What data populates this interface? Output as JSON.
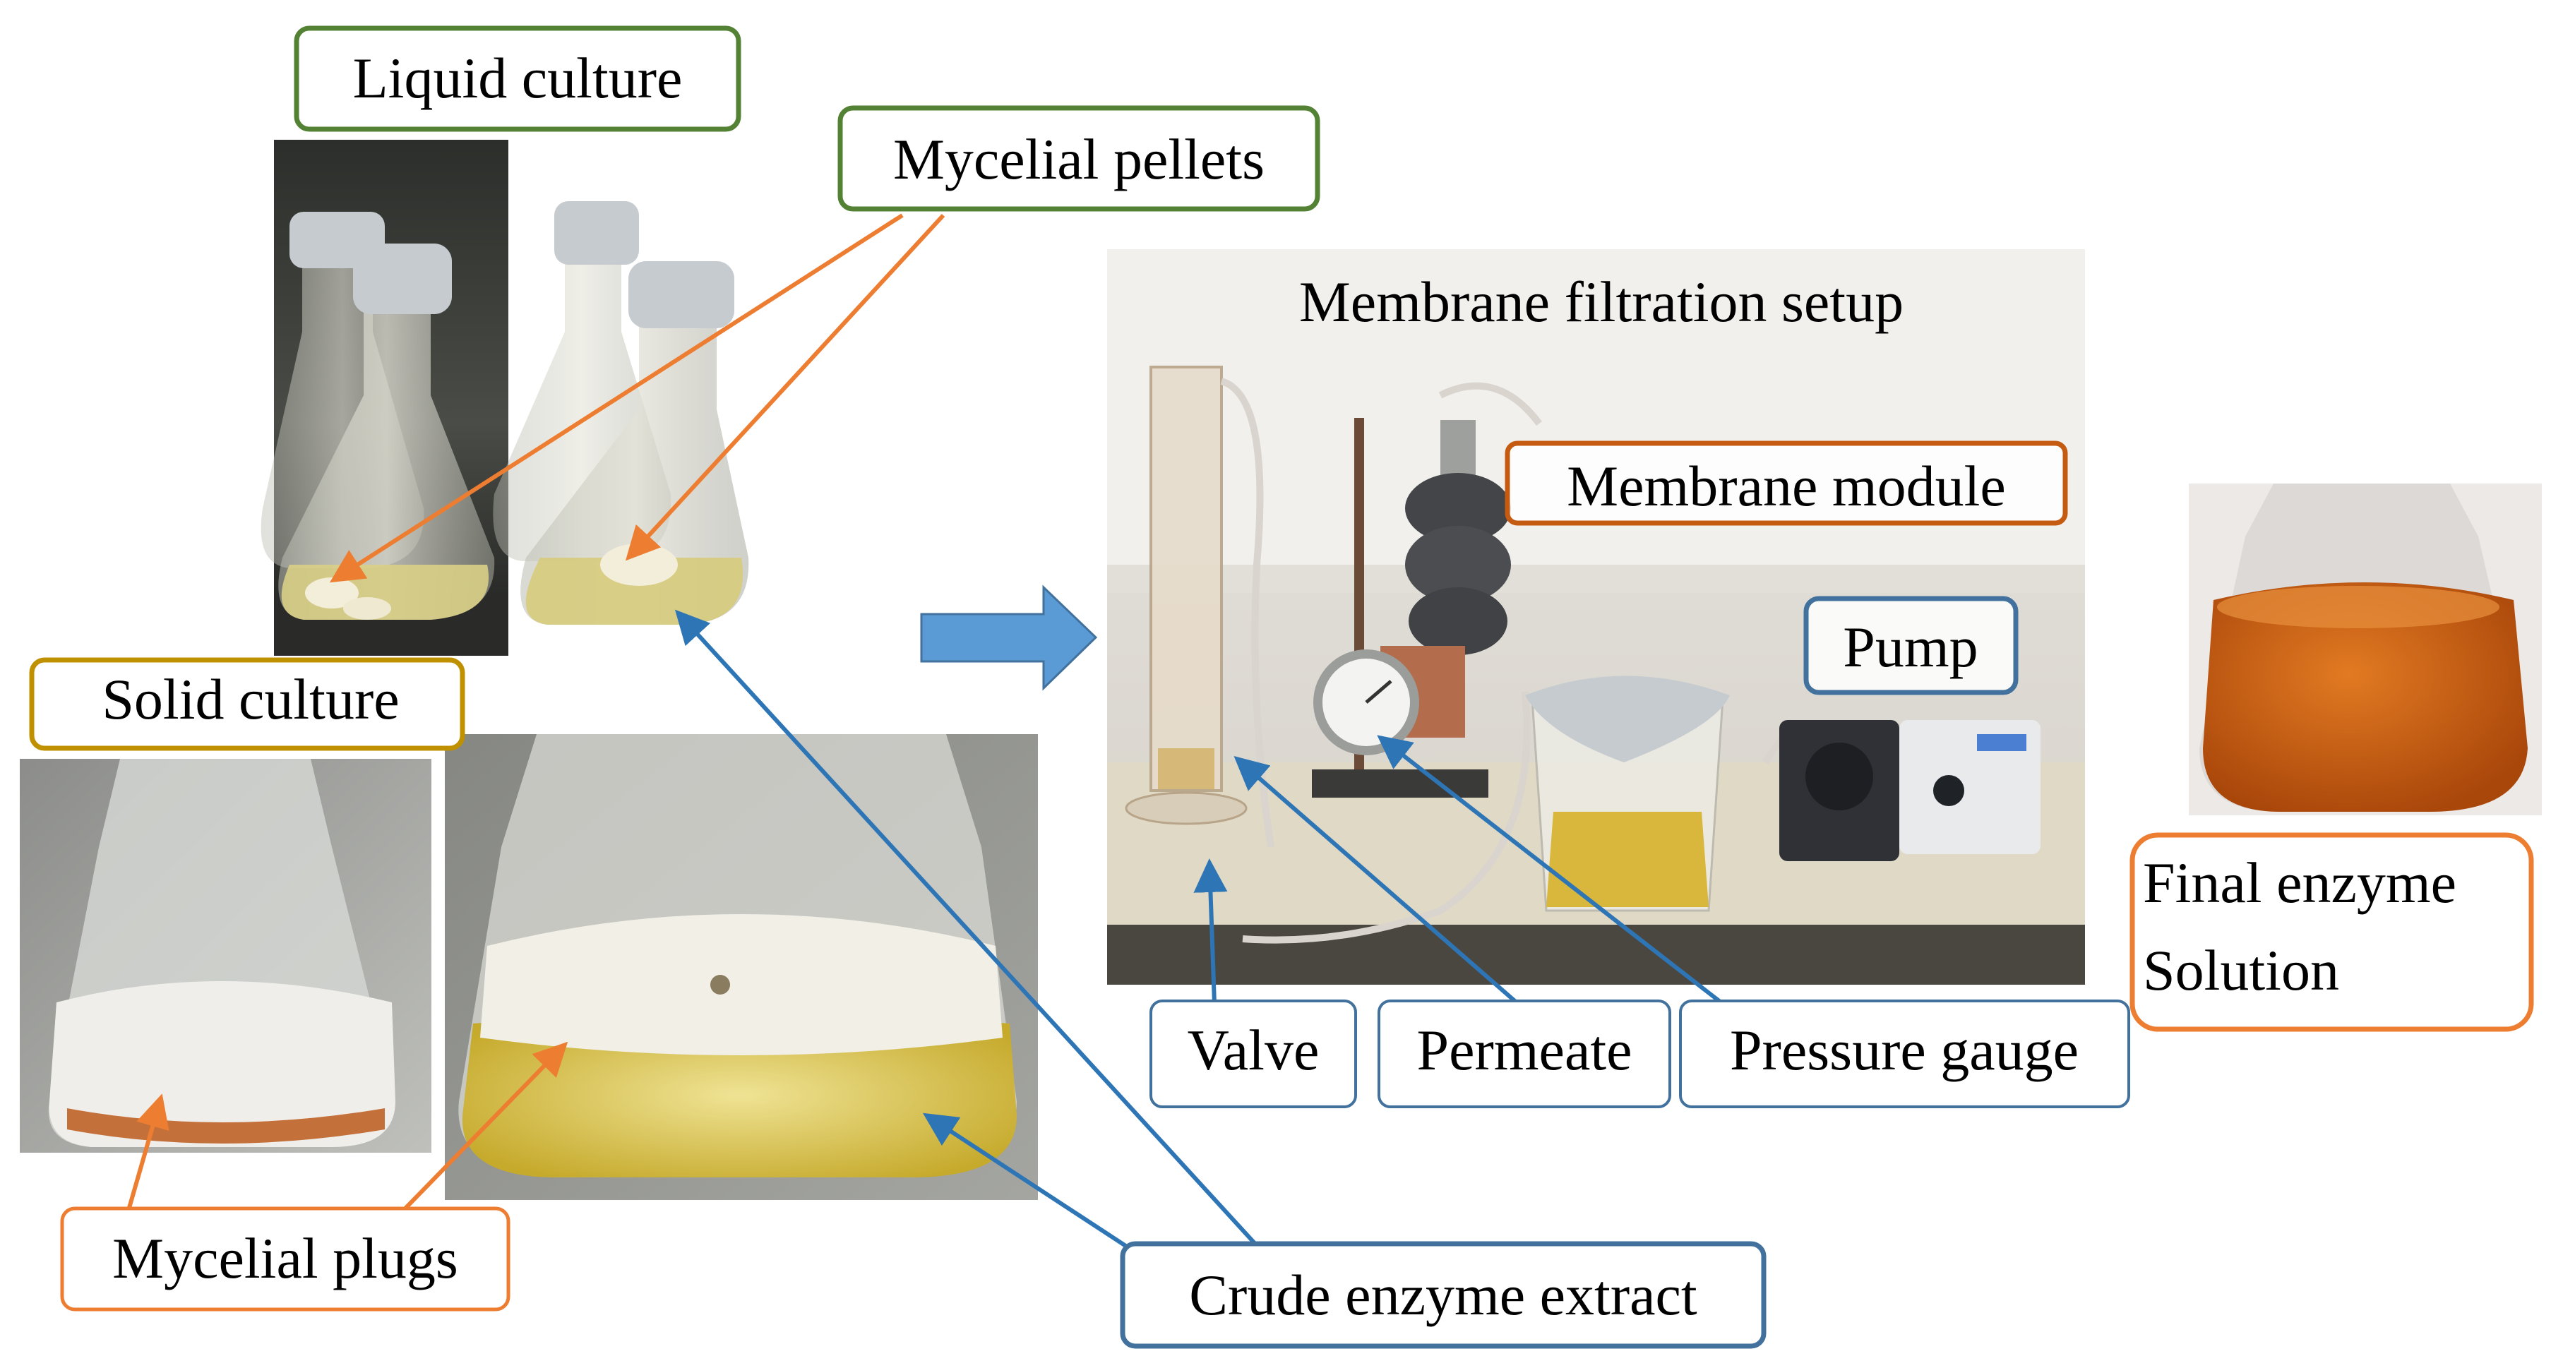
{
  "labels": {
    "liquid_culture": "Liquid culture",
    "mycelial_pellets": "Mycelial pellets",
    "solid_culture": "Solid culture",
    "mycelial_plugs": "Mycelial plugs",
    "crude_enzyme_extract": "Crude enzyme extract",
    "membrane_filtration_setup": "Membrane filtration setup",
    "membrane_module": "Membrane module",
    "pump": "Pump",
    "valve": "Valve",
    "permeate": "Permeate",
    "pressure_gauge": "Pressure gauge",
    "final_enzyme_line1": "Final enzyme",
    "final_enzyme_line2": "Solution"
  },
  "colors": {
    "green_border": "#548235",
    "gold_border": "#bf9000",
    "orange_border": "#ed7d31",
    "blue_border": "#41719c",
    "brown_border": "#c55a11",
    "orange_arrow": "#ed7d31",
    "blue_arrow": "#2e75b6",
    "flow_arrow": "#5b9bd5",
    "enzyme_solution": "#c0560e",
    "yellow_liquid": "#d8c04a",
    "white_mycelium": "#f1efe6",
    "foil": "#c6cbcf"
  },
  "icons": {
    "process_flow": "right-arrow-icon"
  }
}
